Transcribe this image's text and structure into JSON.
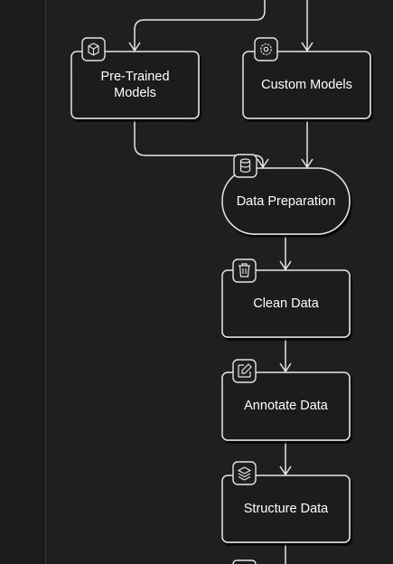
{
  "diagram": {
    "nodes": {
      "pretrained": {
        "line1": "Pre-Trained",
        "line2": "Models",
        "icon": "cube-icon"
      },
      "custom": {
        "label": "Custom Models",
        "icon": "gear-icon"
      },
      "prep": {
        "label": "Data Preparation",
        "icon": "database-icon"
      },
      "clean": {
        "label": "Clean Data",
        "icon": "trash-icon"
      },
      "annotate": {
        "label": "Annotate Data",
        "icon": "edit-icon"
      },
      "structure": {
        "label": "Structure Data",
        "icon": "layers-icon"
      }
    },
    "colors": {
      "background": "#1f1f1f",
      "stroke": "#e6e6e6",
      "text": "#ffffff"
    }
  }
}
